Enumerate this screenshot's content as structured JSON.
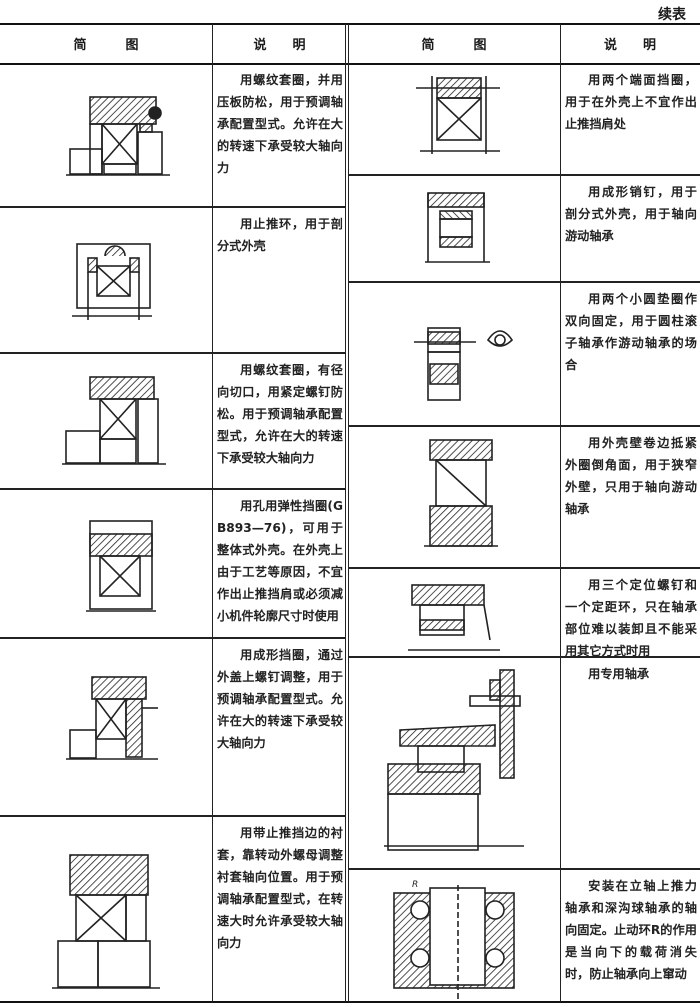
{
  "page": {
    "continuation_label": "续表"
  },
  "header": {
    "left_diagram": "简　　　图",
    "left_desc": "说　　明",
    "right_diagram": "简　　　图",
    "right_desc": "说　　明"
  },
  "left_rows": [
    {
      "diagram": "threaded-sleeve-with-pressure-plate",
      "desc": "用螺纹套圈，并用压板防松，用于预调轴承配置型式。允许在大的转速下承受较大轴向力"
    },
    {
      "diagram": "thrust-ring-split-housing",
      "desc": "用止推环，用于剖分式外壳"
    },
    {
      "diagram": "threaded-sleeve-radial-cut",
      "desc": "用螺纹套圈，有径向切口，用紧定螺钉防松。用于预调轴承配置型式，允许在大的转速下承受较大轴向力"
    },
    {
      "diagram": "hole-circlip",
      "desc": "用孔用弹性挡圈(GB893—76)，可用于整体式外壳。在外壳上由于工艺等原因，不宜作出止推挡肩或必须减小机件轮廓尺寸时使用"
    },
    {
      "diagram": "shaped-retaining-ring",
      "desc": "用成形挡圈，通过外盖上螺钉调整，用于预调轴承配置型式。允许在大的转速下承受较大轴向力"
    },
    {
      "diagram": "shouldered-bushing",
      "desc": "用带止推挡边的衬套，靠转动外螺母调整衬套轴向位置。用于预调轴承配置型式，在转速大时允许承受较大轴向力"
    }
  ],
  "right_rows": [
    {
      "diagram": "two-end-face-rings",
      "desc": "用两个端面挡圈，用于在外壳上不宜作出止推挡肩处"
    },
    {
      "diagram": "shaped-pin",
      "desc": "用成形销钉，用于剖分式外壳，用于轴向游动轴承"
    },
    {
      "diagram": "two-small-round-washers",
      "desc": "用两个小圆垫圈作双向固定，用于圆柱滚子轴承作游动轴承的场合"
    },
    {
      "diagram": "rolled-housing-edge",
      "desc": "用外壳壁卷边抵紧外圈倒角面，用于狭窄外壁，只用于轴向游动轴承"
    },
    {
      "diagram": "three-set-screws-spacer",
      "desc": "用三个定位螺钉和一个定距环，只在轴承部位难以装卸且不能采用其它方式时用"
    },
    {
      "diagram": "special-bearing",
      "desc": "用专用轴承"
    },
    {
      "diagram": "vertical-shaft-thrust-bearing",
      "label_r": "R",
      "desc": "安装在立轴上推力轴承和深沟球轴承的轴向固定。止动环R的作用是当向下的载荷消失时，防止轴承向上窜动"
    }
  ]
}
